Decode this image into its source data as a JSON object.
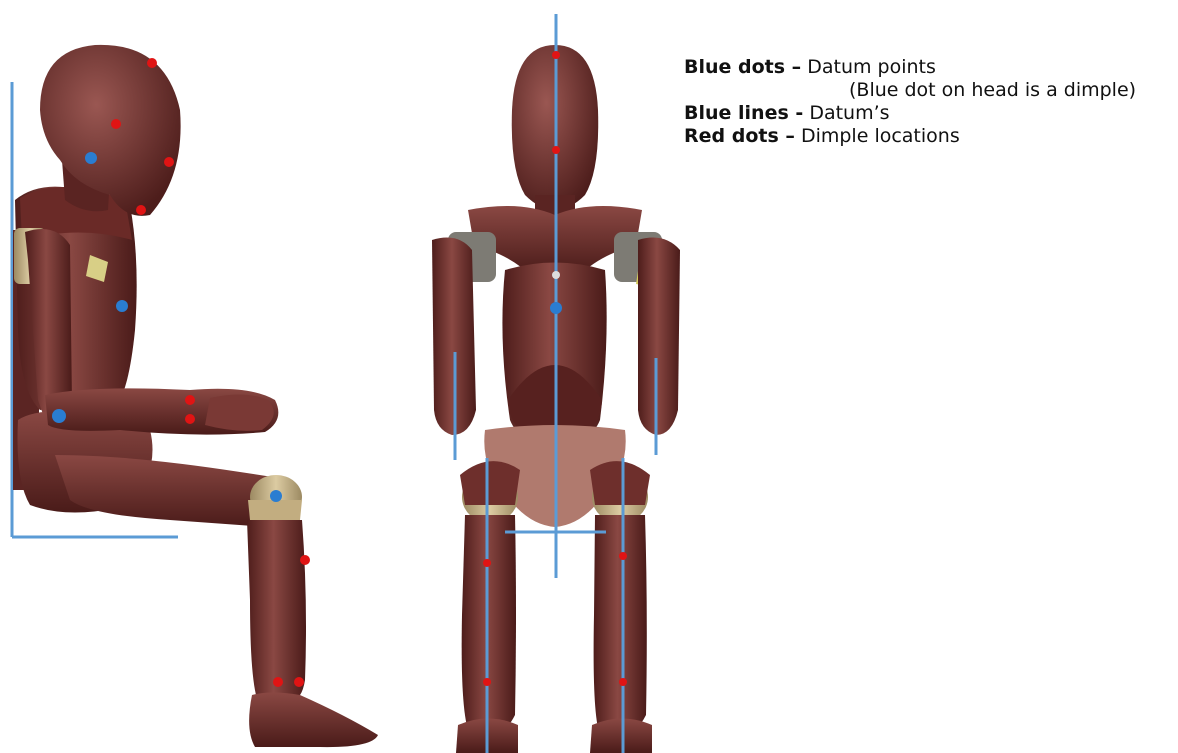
{
  "legend": {
    "blue_dots_label": "Blue dots –",
    "blue_dots_desc": "Datum points",
    "blue_dots_note": "(Blue dot on head is a dimple)",
    "blue_lines_label": "Blue lines -",
    "blue_lines_desc": "Datum’s",
    "red_dots_label": "Red dots –",
    "red_dots_desc": "Dimple locations"
  },
  "colors": {
    "skin": "#6e2f2c",
    "skin_dark": "#4a1c1a",
    "skin_light": "#8d4a45",
    "joint_tan": "#c7b48a",
    "datum_blue": "#2a7dd1",
    "datum_line": "#5b9bd5",
    "dimple_red": "#e01414"
  }
}
